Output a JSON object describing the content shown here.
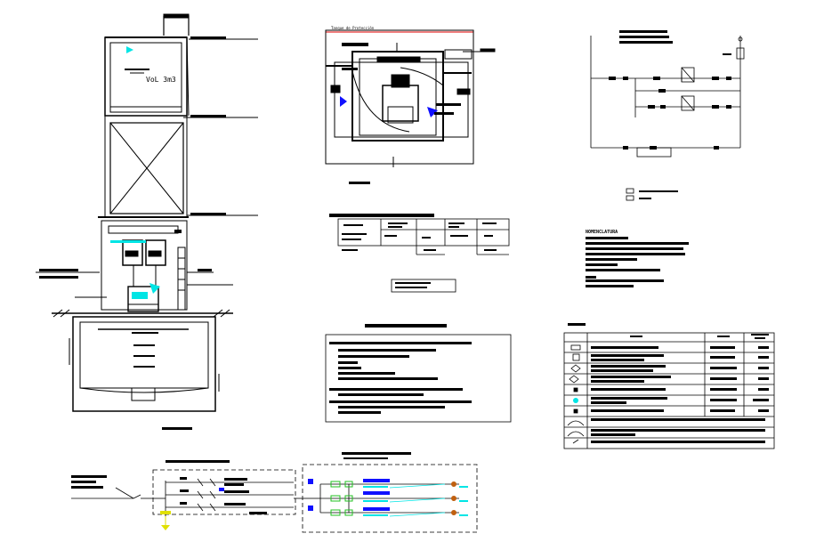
{
  "labels": {
    "tank_volume": "VoL 3m3",
    "nomenclature_title": "NOMENCLATURA",
    "plan_red_title": "Tanque de Protección"
  },
  "colors": {
    "ink": "#000000",
    "cyan": "#00e5e5",
    "blue": "#1010ff",
    "red": "#e00000",
    "green": "#20c020",
    "yellow": "#e0e000",
    "orange": "#c06010"
  }
}
